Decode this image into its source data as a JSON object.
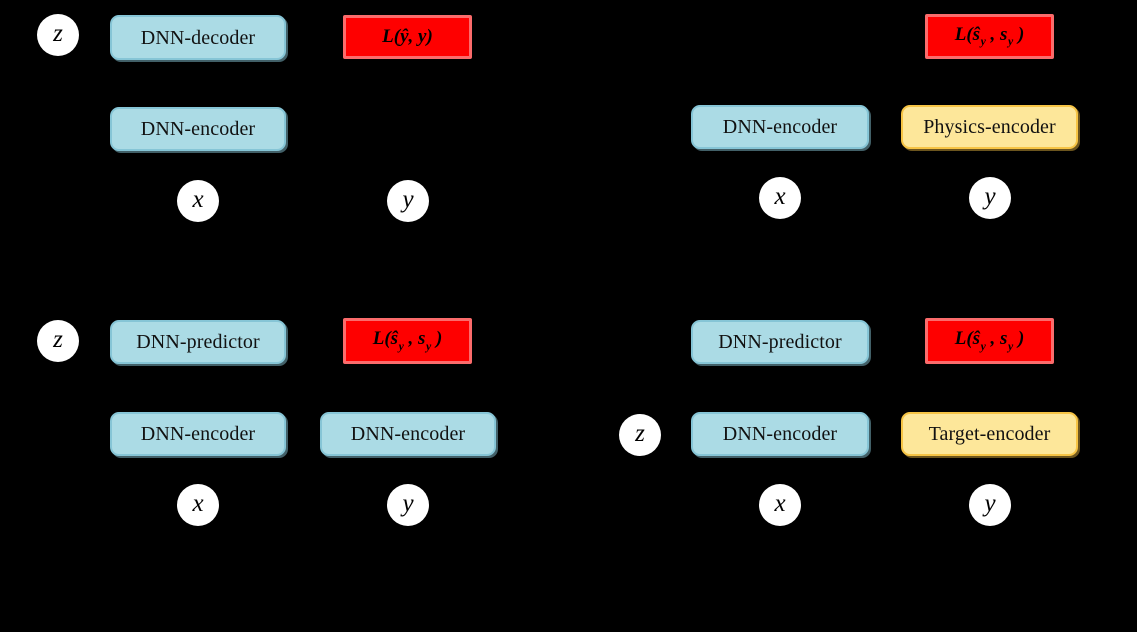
{
  "figure": {
    "background_color": "#000000",
    "box_fill_blue": "#abdbe5",
    "box_border_blue": "#86c5d6",
    "box_fill_yellow": "#fde79a",
    "box_border_yellow": "#f6c445",
    "loss_fill_red": "#fe0000",
    "loss_border_red": "#fb6b6b",
    "node_fill": "#ffffff",
    "text_color": "#111111"
  },
  "panels": [
    {
      "id": "top-left",
      "boxes": [
        {
          "label": "DNN-decoder",
          "style": "blue"
        },
        {
          "label": "DNN-encoder",
          "style": "blue"
        }
      ],
      "losses": [
        {
          "label": "L(ŷ, y)",
          "base": "L(",
          "arg1": "ŷ",
          "sep": ", ",
          "arg2": "y",
          "close": ")"
        }
      ],
      "nodes": [
        {
          "label": "z"
        },
        {
          "label": "x"
        },
        {
          "label": "y"
        }
      ]
    },
    {
      "id": "top-right",
      "boxes": [
        {
          "label": "DNN-encoder",
          "style": "blue"
        },
        {
          "label": "Physics-encoder",
          "style": "yellow"
        }
      ],
      "losses": [
        {
          "label": "L(ŝy , sy)",
          "base": "L(",
          "arg1": "ŝ",
          "arg1_sub": "y",
          "sep": " , ",
          "arg2": "s",
          "arg2_sub": "y",
          "close": " )"
        }
      ],
      "nodes": [
        {
          "label": "x"
        },
        {
          "label": "y"
        }
      ]
    },
    {
      "id": "bottom-left",
      "boxes": [
        {
          "label": "DNN-predictor",
          "style": "blue"
        },
        {
          "label": "DNN-encoder",
          "style": "blue"
        },
        {
          "label": "DNN-encoder",
          "style": "blue"
        }
      ],
      "losses": [
        {
          "label": "L(ŝy , sy)",
          "base": "L(",
          "arg1": "ŝ",
          "arg1_sub": "y",
          "sep": " , ",
          "arg2": "s",
          "arg2_sub": "y",
          "close": " )"
        }
      ],
      "nodes": [
        {
          "label": "z"
        },
        {
          "label": "x"
        },
        {
          "label": "y"
        }
      ]
    },
    {
      "id": "bottom-right",
      "boxes": [
        {
          "label": "DNN-predictor",
          "style": "blue"
        },
        {
          "label": "DNN-encoder",
          "style": "blue"
        },
        {
          "label": "Target-encoder",
          "style": "yellow"
        }
      ],
      "losses": [
        {
          "label": "L(ŝy , sy)",
          "base": "L(",
          "arg1": "ŝ",
          "arg1_sub": "y",
          "sep": " , ",
          "arg2": "s",
          "arg2_sub": "y",
          "close": " )"
        }
      ],
      "nodes": [
        {
          "label": "z"
        },
        {
          "label": "x"
        },
        {
          "label": "y"
        }
      ]
    }
  ],
  "elements": {
    "tl_decoder": "DNN-decoder",
    "tl_encoder": "DNN-encoder",
    "tl_loss_L": "L(",
    "tl_loss_yhat": "ŷ",
    "tl_loss_sep": ", ",
    "tl_loss_y": "y",
    "tl_loss_close": ")",
    "tl_node_z": "z",
    "tl_node_x": "x",
    "tl_node_y": "y",
    "tr_encoder": "DNN-encoder",
    "tr_physics": "Physics-encoder",
    "tr_loss_L": "L(",
    "tr_loss_shat": "ŝ",
    "tr_loss_sub1": "y",
    "tr_loss_sep": " , ",
    "tr_loss_s": "s",
    "tr_loss_sub2": "y",
    "tr_loss_close": " )",
    "tr_node_x": "x",
    "tr_node_y": "y",
    "bl_predictor": "DNN-predictor",
    "bl_encoder_left": "DNN-encoder",
    "bl_encoder_right": "DNN-encoder",
    "bl_loss_L": "L(",
    "bl_loss_shat": "ŝ",
    "bl_loss_sub1": "y",
    "bl_loss_sep": " , ",
    "bl_loss_s": "s",
    "bl_loss_sub2": "y",
    "bl_loss_close": " )",
    "bl_node_z": "z",
    "bl_node_x": "x",
    "bl_node_y": "y",
    "br_predictor": "DNN-predictor",
    "br_encoder": "DNN-encoder",
    "br_target": "Target-encoder",
    "br_loss_L": "L(",
    "br_loss_shat": "ŝ",
    "br_loss_sub1": "y",
    "br_loss_sep": " , ",
    "br_loss_s": "s",
    "br_loss_sub2": "y",
    "br_loss_close": " )",
    "br_node_z": "z",
    "br_node_x": "x",
    "br_node_y": "y"
  }
}
